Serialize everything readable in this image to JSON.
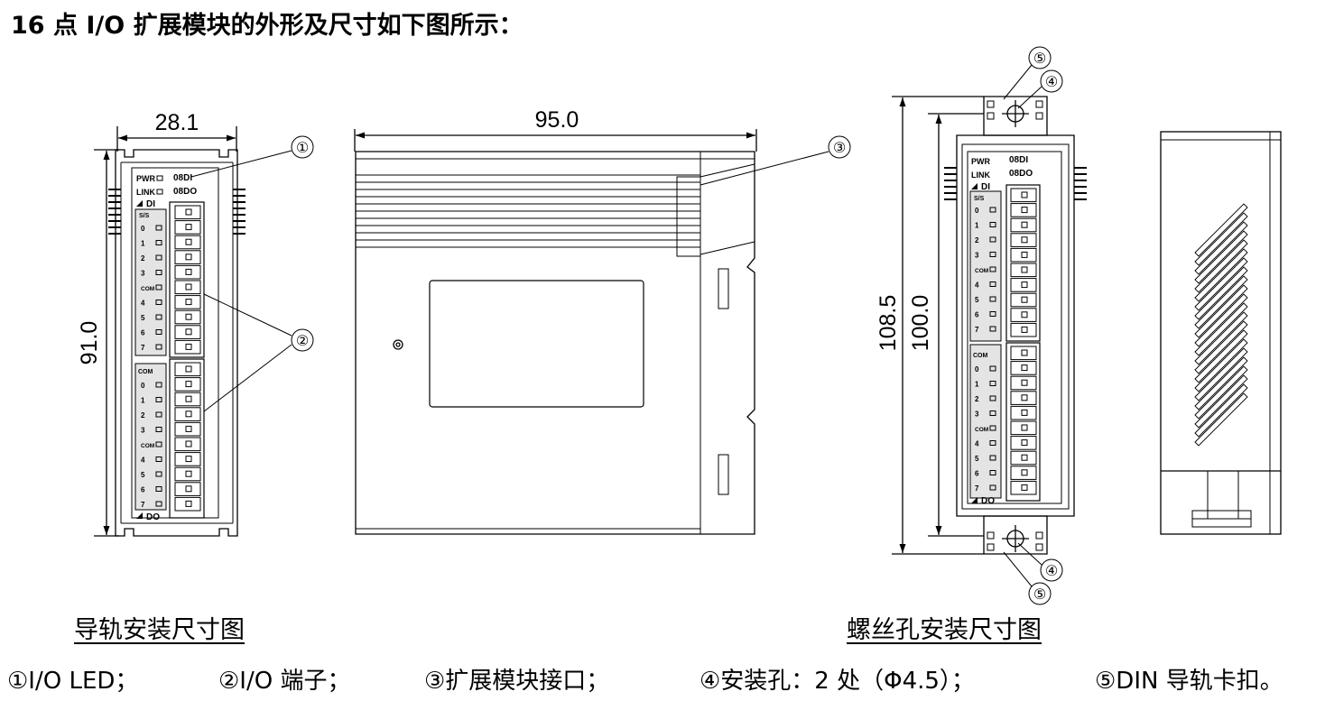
{
  "heading": "16 点 I/O 扩展模块的外形及尺寸如下图所示：",
  "dimensions": {
    "width_front": "28.1",
    "depth_side": "95.0",
    "height_rail": "91.0",
    "height_total": "108.5",
    "height_body": "100.0"
  },
  "callouts": [
    "①",
    "②",
    "③",
    "④",
    "⑤"
  ],
  "panel": {
    "pwr": "PWR",
    "link": "LINK",
    "in_model": "08DI",
    "out_model": "08DO",
    "di_tag": "DI",
    "do_tag": "DO",
    "ss": "S/S",
    "com": "COM",
    "in_channels": [
      "0",
      "1",
      "2",
      "3",
      "COM",
      "4",
      "5",
      "6",
      "7"
    ],
    "out_channels_front": [
      "0",
      "1",
      "2",
      "3",
      "COM",
      "4",
      "5",
      "6",
      "7"
    ],
    "out_channels_mount": [
      "0",
      "1",
      "2",
      "3",
      "COM",
      "4",
      "5",
      "6",
      "7"
    ]
  },
  "captions": {
    "rail": "导轨安装尺寸图",
    "screw": "螺丝孔安装尺寸图"
  },
  "legend": [
    "①I/O LED；",
    "②I/O 端子；",
    "③扩展模块接口；",
    "④安装孔：2 处（Φ4.5）；",
    "⑤DIN 导轨卡扣。"
  ]
}
